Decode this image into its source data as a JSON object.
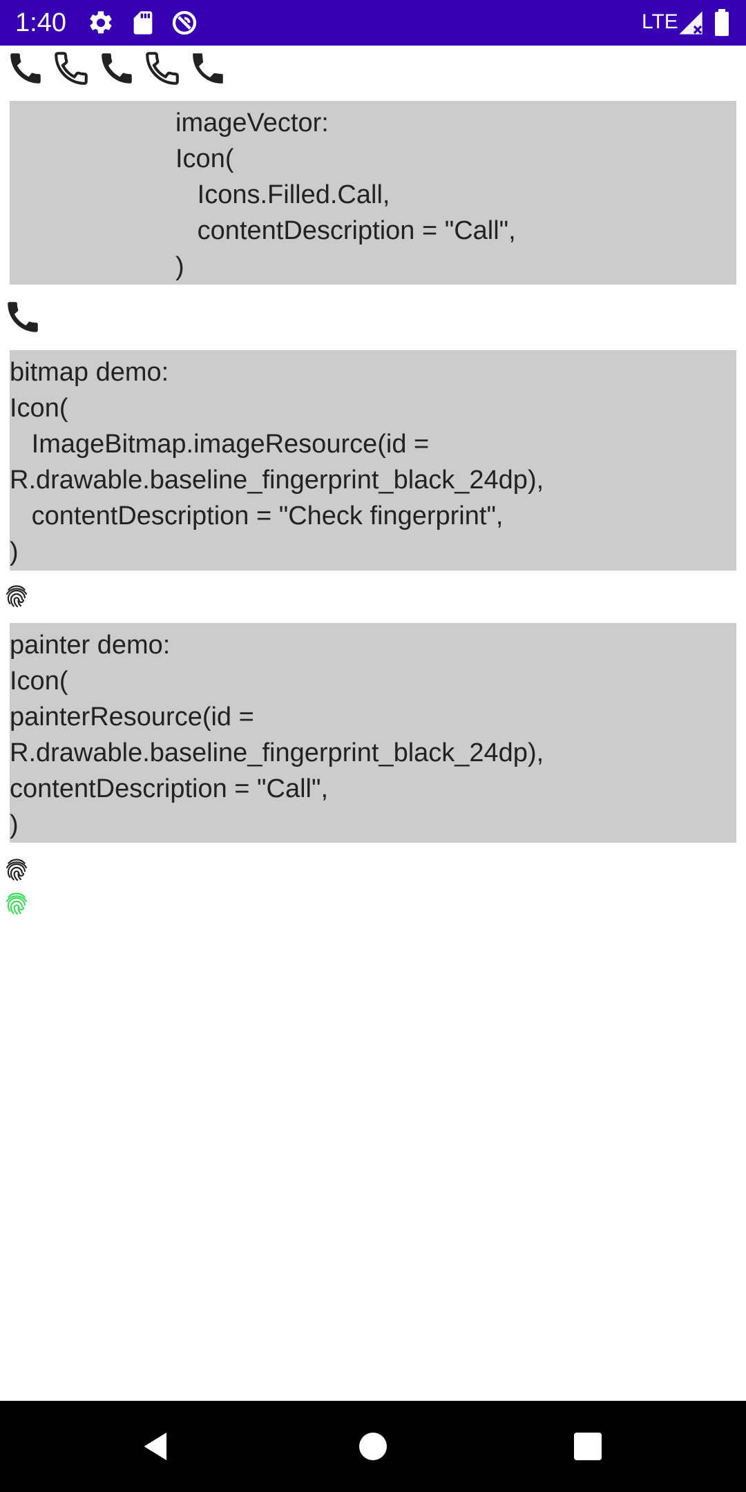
{
  "status_bar": {
    "time": "1:40",
    "network": "LTE",
    "background_color": "#3700B3",
    "icons": [
      "settings-icon",
      "sd-card-icon",
      "data-saver-icon",
      "signal-icon",
      "battery-icon"
    ]
  },
  "call_icons_row": {
    "icon": "call-icon",
    "count": 5
  },
  "image_vector_block": {
    "lines": [
      "imageVector:",
      "Icon(",
      "   Icons.Filled.Call,",
      "   contentDescription = \"Call\",",
      ")"
    ]
  },
  "bitmap_block": {
    "lines": [
      "bitmap demo:",
      "Icon(",
      "   ImageBitmap.imageResource(id =",
      "R.drawable.baseline_fingerprint_black_24dp),",
      "   contentDescription = \"Check fingerprint\",",
      ")"
    ]
  },
  "painter_block": {
    "lines": [
      "painter demo:",
      "Icon(",
      "painterResource(id =",
      "R.drawable.baseline_fingerprint_black_24dp),",
      "contentDescription = \"Call\",",
      ")"
    ]
  },
  "fingerprint_colors": {
    "default": "#222222",
    "tinted": "#3DDC5A"
  },
  "nav_bar": {
    "buttons": [
      "back-icon",
      "home-icon",
      "recents-icon"
    ]
  }
}
